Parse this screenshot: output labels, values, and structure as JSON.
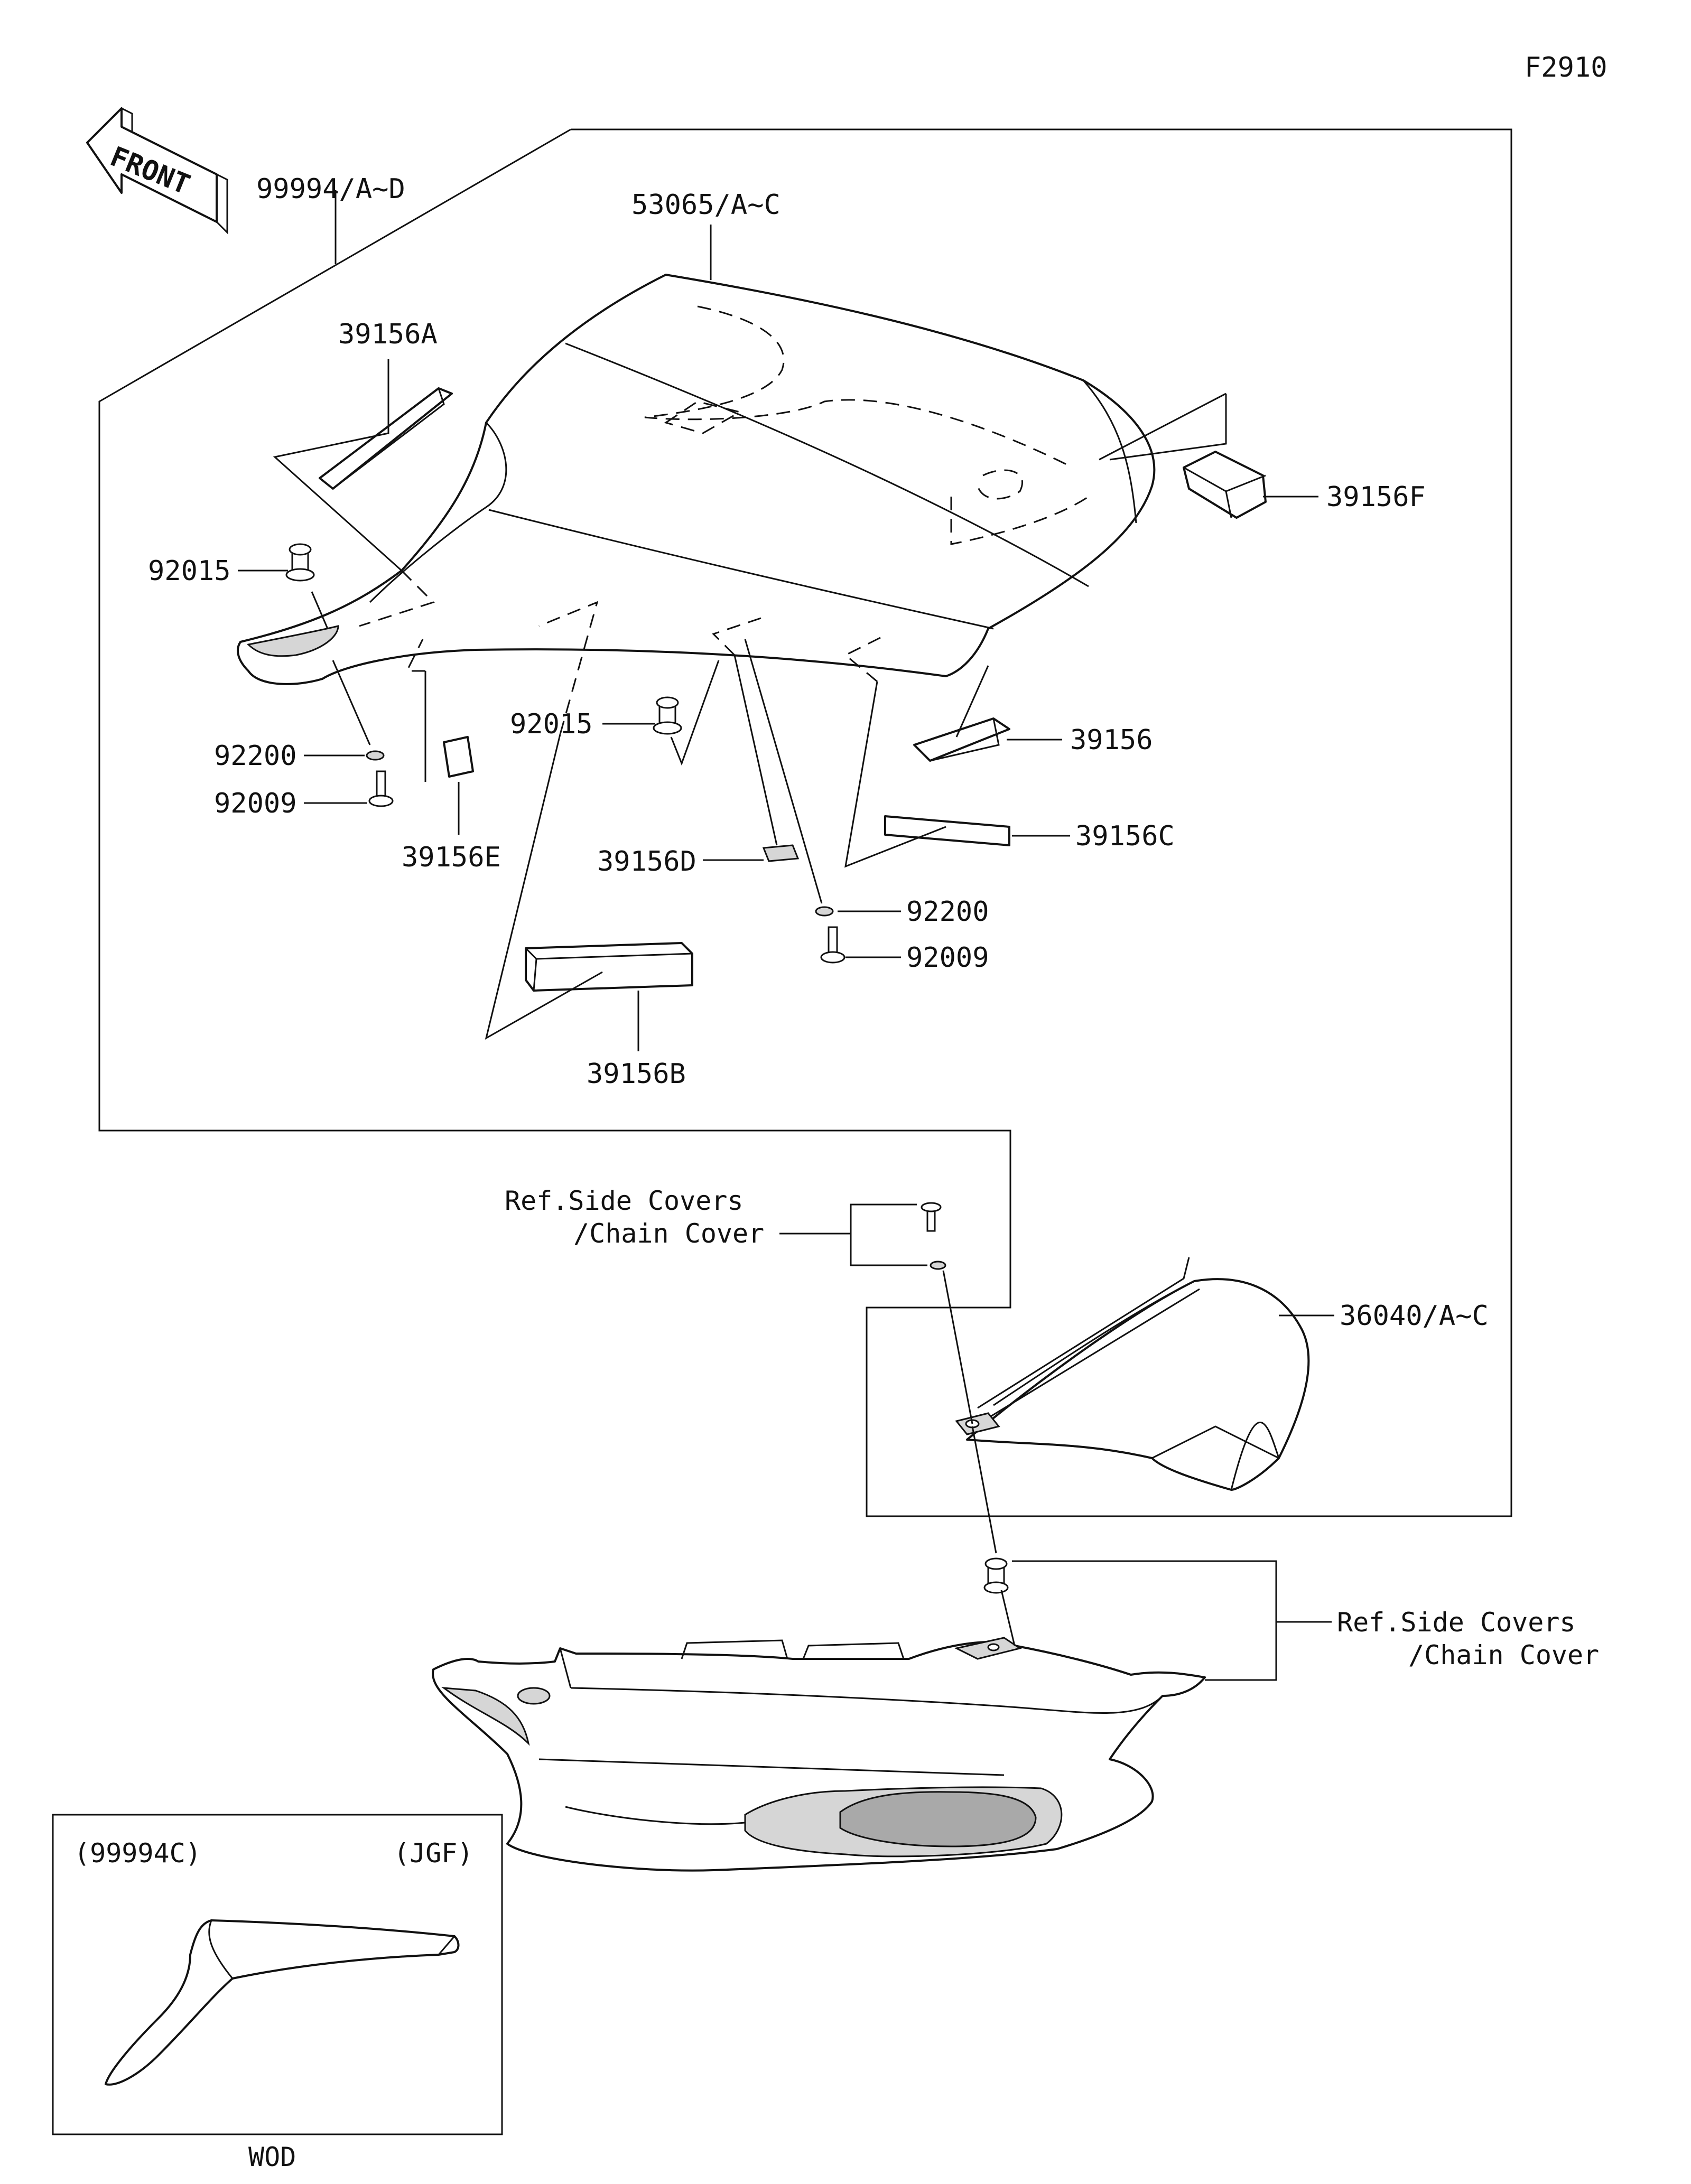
{
  "figure_code": "F2910",
  "front_arrow": "FRONT",
  "callouts": {
    "kit": "99994/A~D",
    "seat_cowl": "53065/A~C",
    "pad_a": "39156A",
    "pad_f": "39156F",
    "collar_left": "92015",
    "collar_mid": "92015",
    "washer_left": "92200",
    "bolt_left": "92009",
    "pad_e": "39156E",
    "pad": "39156",
    "pad_c": "39156C",
    "pad_d": "39156D",
    "washer_right": "92200",
    "bolt_right": "92009",
    "pad_b": "39156B",
    "cover": "36040/A~C"
  },
  "references": {
    "ref_top_line1": "Ref.Side Covers",
    "ref_top_line2": "/Chain Cover",
    "ref_bottom_line1": "Ref.Side Covers",
    "ref_bottom_line2": "/Chain Cover"
  },
  "inset": {
    "code": "(99994C)",
    "market": "(JGF)",
    "caption": "WOD"
  }
}
